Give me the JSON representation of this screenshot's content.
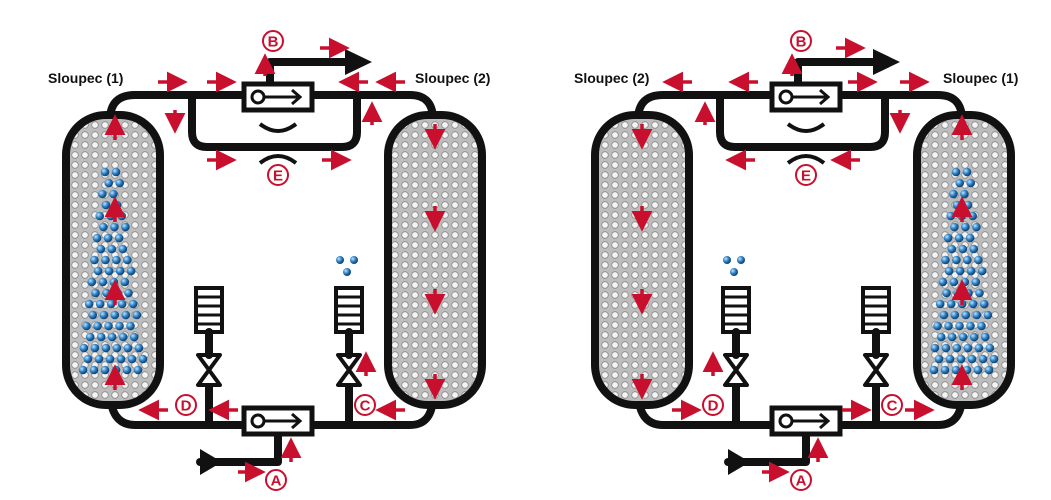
{
  "diagrams": [
    {
      "left_column_label": "Sloupec (1)",
      "right_column_label": "Sloupec (2)",
      "ports": {
        "A": "A",
        "B": "B",
        "C": "C",
        "D": "D",
        "E": "E"
      }
    },
    {
      "left_column_label": "Sloupec (2)",
      "right_column_label": "Sloupec (1)",
      "ports": {
        "A": "A",
        "B": "B",
        "C": "C",
        "D": "D",
        "E": "E"
      }
    }
  ],
  "colors": {
    "pipe": "#111111",
    "arrow": "#c8102e",
    "bead": "#2a7fc4",
    "column_fill": "#c9c9c9"
  }
}
